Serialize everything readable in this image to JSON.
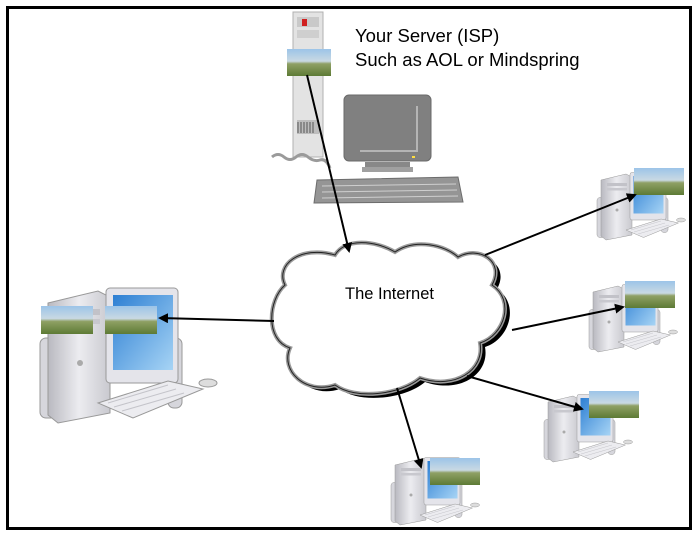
{
  "diagram": {
    "title": "Internet connection diagram",
    "server": {
      "label_line1": "Your Server (ISP)",
      "label_line2": "Such as AOL or Mindspring",
      "icon": "server-workstation-icon"
    },
    "cloud": {
      "label": "The Internet",
      "icon": "cloud-icon"
    },
    "clients": [
      {
        "id": "client-left",
        "icon": "desktop-computer-icon"
      },
      {
        "id": "client-right-top",
        "icon": "desktop-computer-icon"
      },
      {
        "id": "client-right-middle",
        "icon": "desktop-computer-icon"
      },
      {
        "id": "client-right-bottom",
        "icon": "desktop-computer-icon"
      },
      {
        "id": "client-bottom",
        "icon": "desktop-computer-icon"
      }
    ],
    "connections": [
      {
        "from": "server",
        "to": "cloud"
      },
      {
        "from": "cloud",
        "to": "client-left"
      },
      {
        "from": "cloud",
        "to": "client-right-top"
      },
      {
        "from": "cloud",
        "to": "client-right-middle"
      },
      {
        "from": "cloud",
        "to": "client-right-bottom"
      },
      {
        "from": "cloud",
        "to": "client-bottom"
      }
    ],
    "colors": {
      "frame": "#000000",
      "arrow": "#000000",
      "screen_blue": "#4f9fe0",
      "case_gray": "#d8d8dc",
      "server_gray": "#8c8c8c"
    }
  }
}
